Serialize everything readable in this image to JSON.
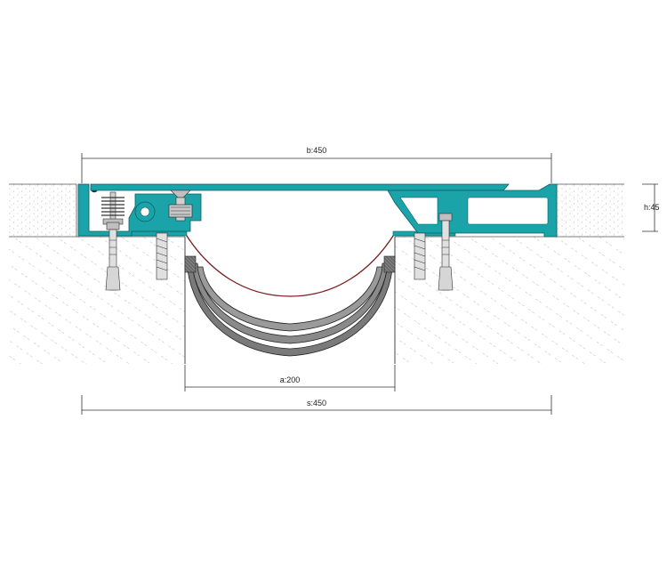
{
  "dimensions": {
    "b": "b:450",
    "h": "h:45",
    "a": "a:200",
    "s": "s:450"
  },
  "colors": {
    "profile": "#1aa3a8",
    "profile_outline": "#0d5f63",
    "membrane": "#7a1e1e",
    "rubber_seal": "#555555",
    "concrete_hatch": "#9a9a9a",
    "screed_dots": "#b0b0b0",
    "steel": "#bfbfbf"
  }
}
